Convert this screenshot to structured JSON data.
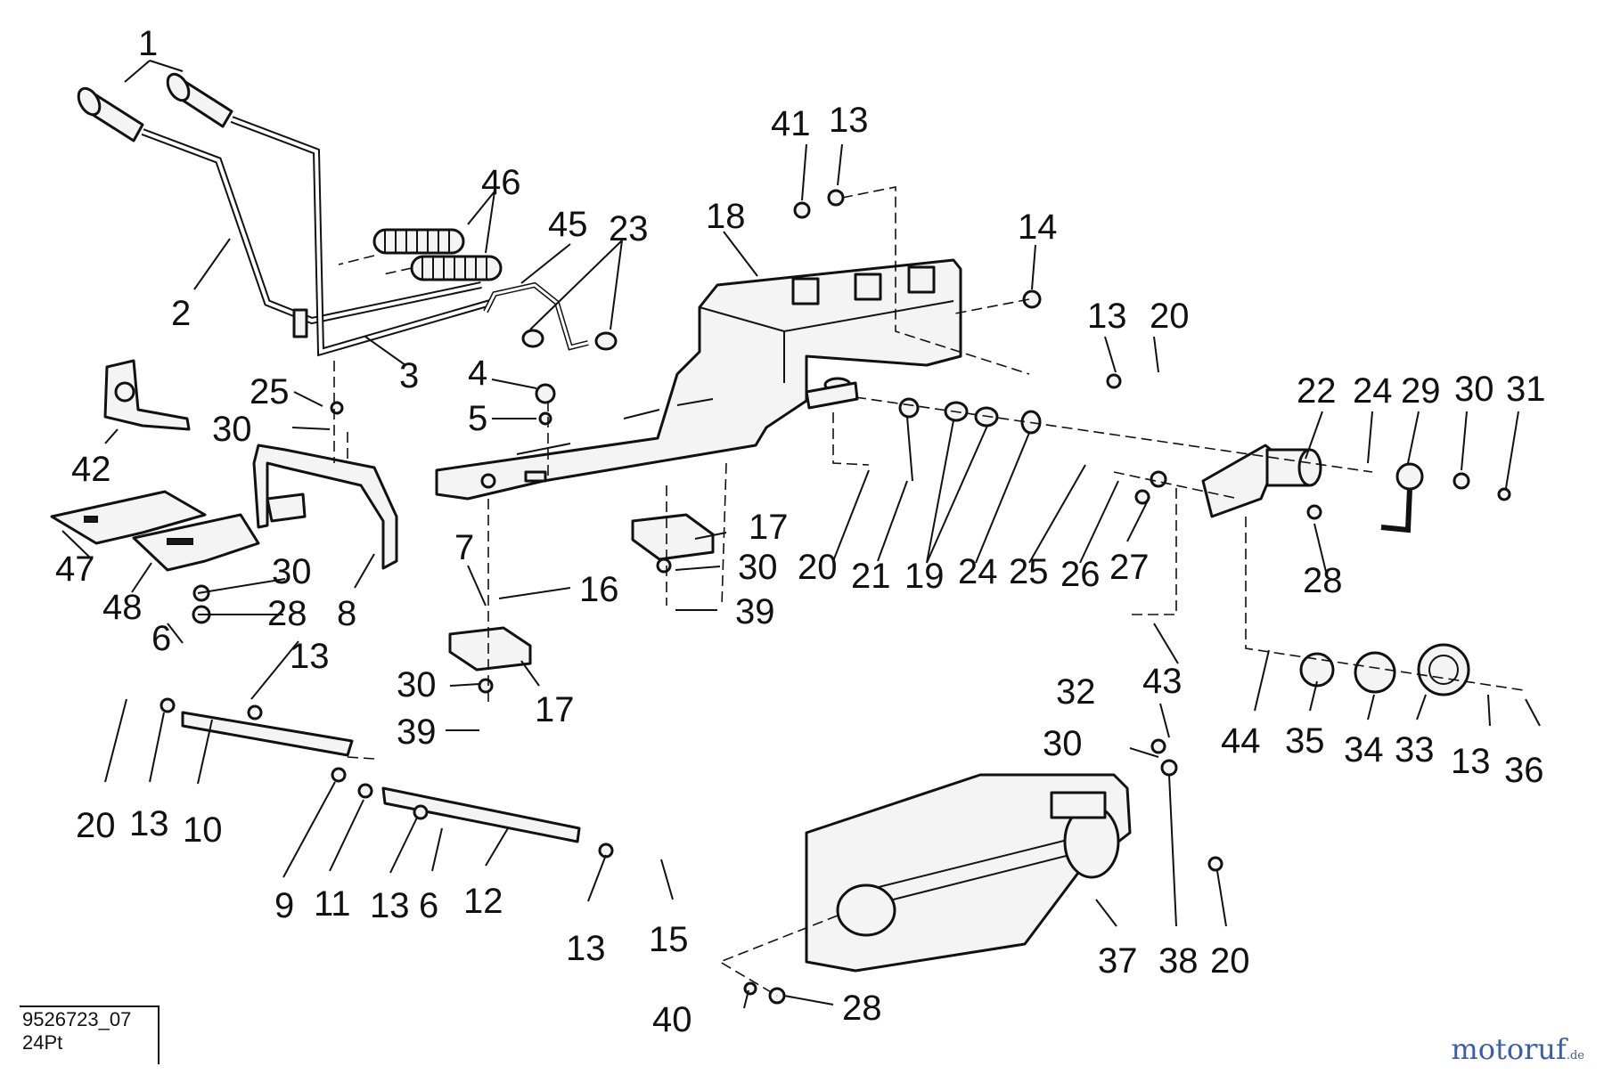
{
  "diagram": {
    "drawing_number": "9526723_07",
    "drawing_note": "24Pt",
    "watermark": {
      "main": "motoruf",
      "suffix": ".de"
    },
    "callouts": [
      {
        "id": "c1",
        "text": "1"
      },
      {
        "id": "c2",
        "text": "2"
      },
      {
        "id": "c3",
        "text": "3"
      },
      {
        "id": "c46",
        "text": "46"
      },
      {
        "id": "c45",
        "text": "45"
      },
      {
        "id": "c23",
        "text": "23"
      },
      {
        "id": "c18",
        "text": "18"
      },
      {
        "id": "c41",
        "text": "41"
      },
      {
        "id": "c13a",
        "text": "13"
      },
      {
        "id": "c14",
        "text": "14"
      },
      {
        "id": "c13b",
        "text": "13"
      },
      {
        "id": "c20a",
        "text": "20"
      },
      {
        "id": "c22",
        "text": "22"
      },
      {
        "id": "c24a",
        "text": "24"
      },
      {
        "id": "c29",
        "text": "29"
      },
      {
        "id": "c30a",
        "text": "30"
      },
      {
        "id": "c31",
        "text": "31"
      },
      {
        "id": "c4",
        "text": "4"
      },
      {
        "id": "c5",
        "text": "5"
      },
      {
        "id": "c25a",
        "text": "25"
      },
      {
        "id": "c30b",
        "text": "30"
      },
      {
        "id": "c42",
        "text": "42"
      },
      {
        "id": "c47",
        "text": "47"
      },
      {
        "id": "c48",
        "text": "48"
      },
      {
        "id": "c30c",
        "text": "30"
      },
      {
        "id": "c28a",
        "text": "28"
      },
      {
        "id": "c8",
        "text": "8"
      },
      {
        "id": "c7",
        "text": "7"
      },
      {
        "id": "c16",
        "text": "16"
      },
      {
        "id": "c17a",
        "text": "17"
      },
      {
        "id": "c30d",
        "text": "30"
      },
      {
        "id": "c39a",
        "text": "39"
      },
      {
        "id": "c20b",
        "text": "20"
      },
      {
        "id": "c21",
        "text": "21"
      },
      {
        "id": "c19",
        "text": "19"
      },
      {
        "id": "c24b",
        "text": "24"
      },
      {
        "id": "c25b",
        "text": "25"
      },
      {
        "id": "c26",
        "text": "26"
      },
      {
        "id": "c27",
        "text": "27"
      },
      {
        "id": "c28b",
        "text": "28"
      },
      {
        "id": "c43",
        "text": "43"
      },
      {
        "id": "c6a",
        "text": "6"
      },
      {
        "id": "c13c",
        "text": "13"
      },
      {
        "id": "c30e",
        "text": "30"
      },
      {
        "id": "c39b",
        "text": "39"
      },
      {
        "id": "c17b",
        "text": "17"
      },
      {
        "id": "c20c",
        "text": "20"
      },
      {
        "id": "c13d",
        "text": "13"
      },
      {
        "id": "c10",
        "text": "10"
      },
      {
        "id": "c9",
        "text": "9"
      },
      {
        "id": "c11",
        "text": "11"
      },
      {
        "id": "c13e",
        "text": "13"
      },
      {
        "id": "c6b",
        "text": "6"
      },
      {
        "id": "c12",
        "text": "12"
      },
      {
        "id": "c13f",
        "text": "13"
      },
      {
        "id": "c15",
        "text": "15"
      },
      {
        "id": "c32",
        "text": "32"
      },
      {
        "id": "c30f",
        "text": "30"
      },
      {
        "id": "c44",
        "text": "44"
      },
      {
        "id": "c35",
        "text": "35"
      },
      {
        "id": "c34",
        "text": "34"
      },
      {
        "id": "c33",
        "text": "33"
      },
      {
        "id": "c13g",
        "text": "13"
      },
      {
        "id": "c36",
        "text": "36"
      },
      {
        "id": "c37",
        "text": "37"
      },
      {
        "id": "c38",
        "text": "38"
      },
      {
        "id": "c20d",
        "text": "20"
      },
      {
        "id": "c40",
        "text": "40"
      },
      {
        "id": "c28c",
        "text": "28"
      }
    ]
  }
}
